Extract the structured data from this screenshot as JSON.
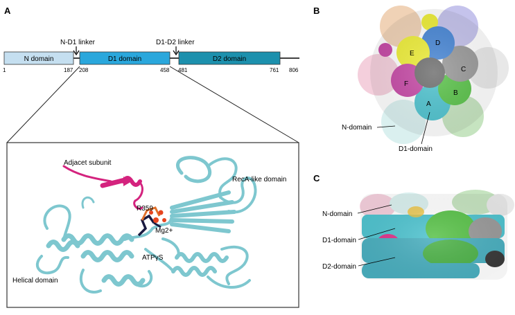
{
  "panels": {
    "a": {
      "label": "A",
      "linkers": [
        "N-D1 linker",
        "D1-D2 linker"
      ],
      "domains": [
        {
          "name": "N domain",
          "color": "#c5dff0"
        },
        {
          "name": "D1 domain",
          "color": "#2aa7dc"
        },
        {
          "name": "D2 domain",
          "color": "#1c90ad"
        }
      ],
      "residues": [
        "1",
        "187",
        "208",
        "458",
        "481",
        "761",
        "806"
      ],
      "detail_labels": {
        "adjacent": "Adjacet subunit",
        "reca": "RecA-like domain",
        "r359": "R359",
        "mg": "Mg2+",
        "atp": "ATPγS",
        "helical": "Helical domain"
      }
    },
    "b": {
      "label": "B",
      "subunits": [
        "A",
        "B",
        "C",
        "D",
        "E",
        "F"
      ],
      "n_domain": "N-domain",
      "d1_domain": "D1-domain"
    },
    "c": {
      "label": "C",
      "n_domain": "N-domain",
      "d1_domain": "D1-domain",
      "d2_domain": "D2-domain"
    }
  }
}
